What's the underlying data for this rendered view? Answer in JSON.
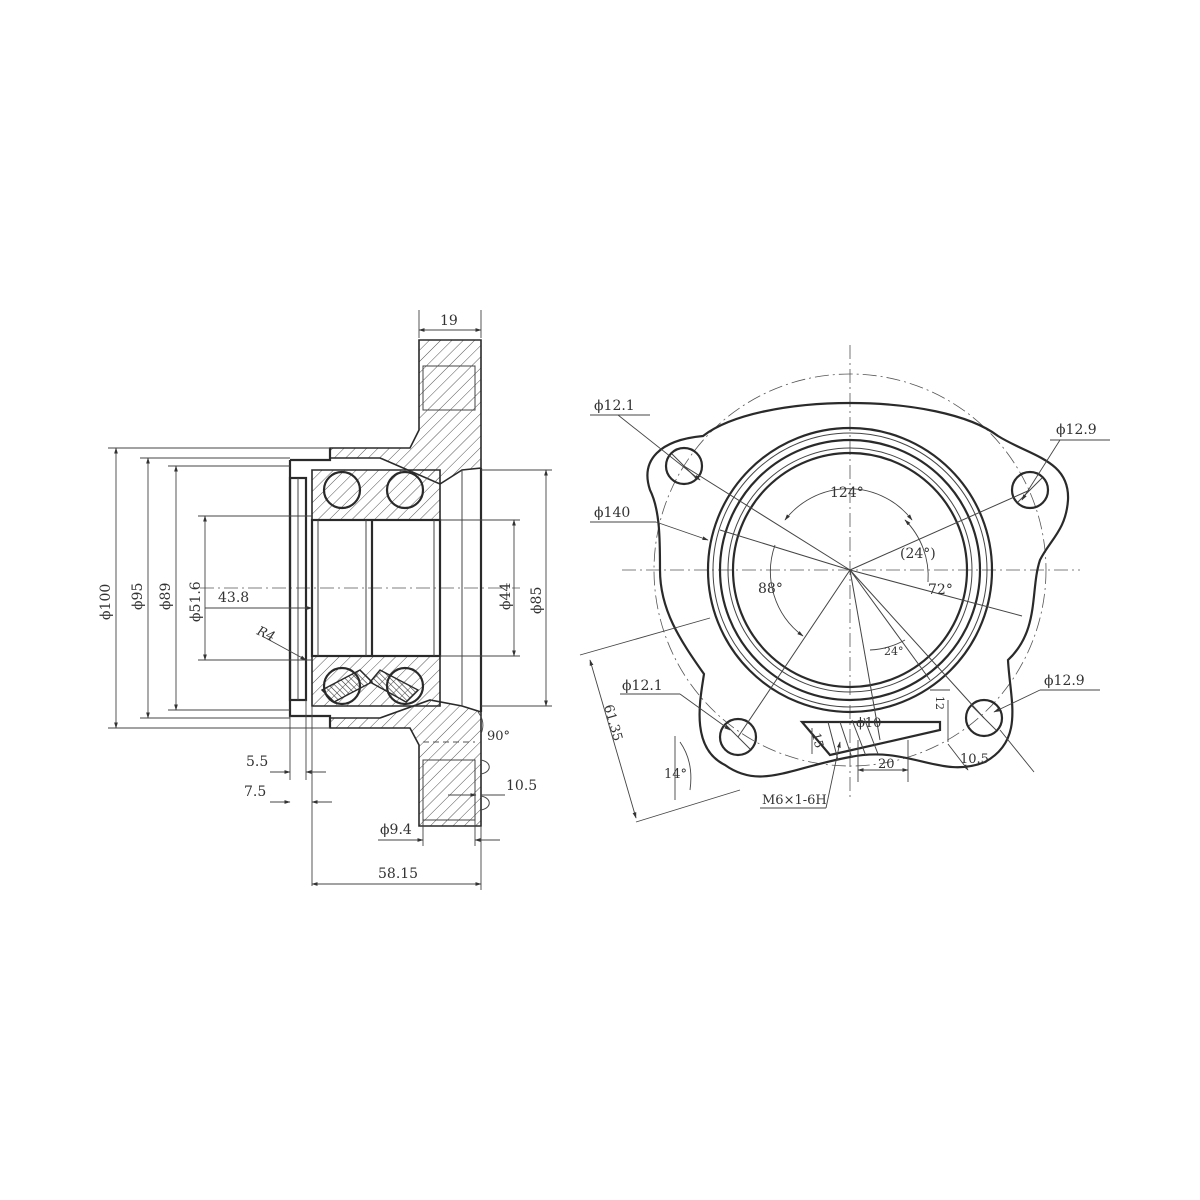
{
  "side_view": {
    "dims": {
      "flange_width": "19",
      "d100": "ϕ100",
      "d95": "ϕ95",
      "d89": "ϕ89",
      "d51_6": "ϕ51.6",
      "d43_8": "43.8",
      "radius": "R4",
      "d44": "ϕ44",
      "d85": "ϕ85",
      "angle90": "90°",
      "d5_5": "5.5",
      "d7_5": "7.5",
      "d10_5": "10.5",
      "d9_4": "ϕ9.4",
      "d58_15": "58.15"
    }
  },
  "front_view": {
    "dims": {
      "hole_tl": "ϕ12.1",
      "hole_tr": "ϕ12.9",
      "d140": "ϕ140",
      "angle124": "124°",
      "angle24a": "(24°)",
      "angle88": "88°",
      "angle72": "72°",
      "angle24b": "24°",
      "hole_bl": "ϕ12.1",
      "hole_br": "ϕ12.9",
      "d61_35": "61.35",
      "d10": "ϕ10",
      "d12": "12",
      "d15": "15",
      "d14deg": "14°",
      "d20": "20",
      "d10_5": "10.5",
      "thread": "M6×1-6H"
    }
  }
}
